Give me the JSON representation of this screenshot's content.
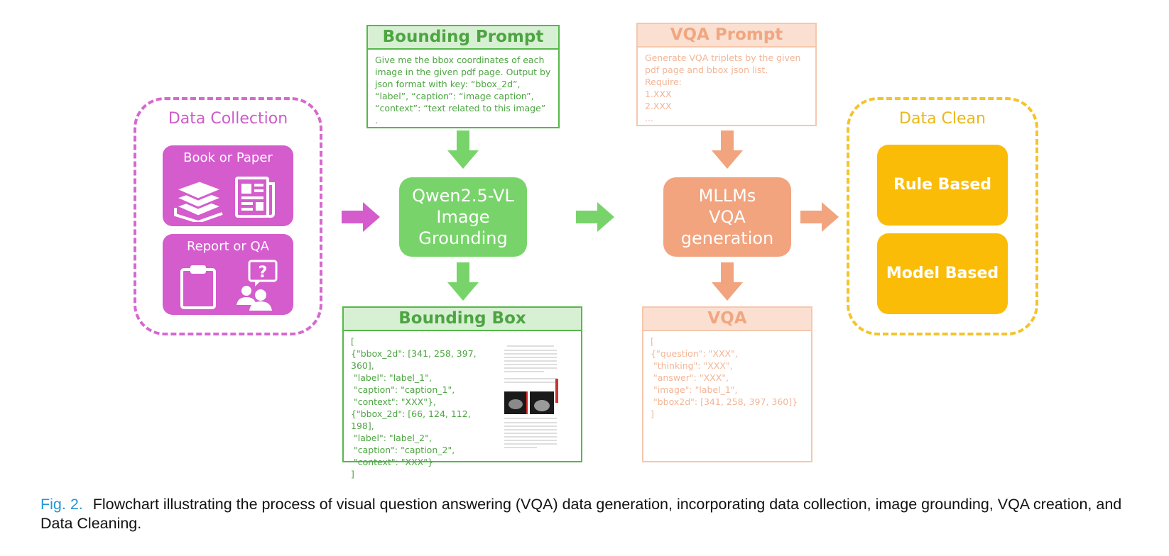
{
  "colors": {
    "magenta": "#d45ccd",
    "green": "#56b84a",
    "light_green": "#78d46a",
    "salmon": "#f1a47e",
    "yellow": "#fbbc08",
    "caption_blue": "#2596d6"
  },
  "data_collection": {
    "title": "Data Collection",
    "cards": [
      {
        "label": "Book or Paper",
        "icons": [
          "books-icon",
          "newspaper-icon"
        ]
      },
      {
        "label": "Report or QA",
        "icons": [
          "clipboard-icon",
          "people-question-icon"
        ]
      }
    ]
  },
  "bounding_prompt": {
    "title": "Bounding Prompt",
    "text": "Give me the bbox coordinates of each image in the given pdf page. Output by json format with key: “bbox_2d”, “label”, “caption”: “image caption”, “context”: “text related to this image” ."
  },
  "qwen": {
    "lines": [
      "Qwen2.5-VL",
      "Image",
      "Grounding"
    ]
  },
  "bounding_box": {
    "title": "Bounding Box",
    "text": "[\n{\"bbox_2d\": [341, 258, 397, 360],\n \"label\": \"label_1\",\n \"caption\": \"caption_1\",\n \"context\": \"XXX\"},\n{\"bbox_2d\": [66, 124, 112, 198],\n \"label\": \"label_2\",\n \"caption\": \"caption_2\",\n \"context\": \"XXX\"}\n]"
  },
  "vqa_prompt": {
    "title": "VQA Prompt",
    "text": "Generate VQA triplets by the given pdf page and bbox json list.\nRequire:\n1.XXX\n2.XXX\n..."
  },
  "mllm": {
    "lines": [
      "MLLMs",
      "VQA",
      "generation"
    ]
  },
  "vqa": {
    "title": "VQA",
    "text": "[\n{\"question\": \"XXX\",\n \"thinking\": \"XXX\",\n \"answer\": \"XXX\",\n \"image\": \"label_1\",\n \"bbox2d\": [341, 258, 397, 360]}\n]"
  },
  "data_clean": {
    "title": "Data Clean",
    "items": [
      "Rule Based",
      "Model Based"
    ]
  },
  "caption": {
    "fig_label": "Fig. 2.",
    "text": "Flowchart illustrating the process of visual question answering (VQA) data generation, incorporating data collection, image grounding, VQA creation, and Data Cleaning."
  }
}
